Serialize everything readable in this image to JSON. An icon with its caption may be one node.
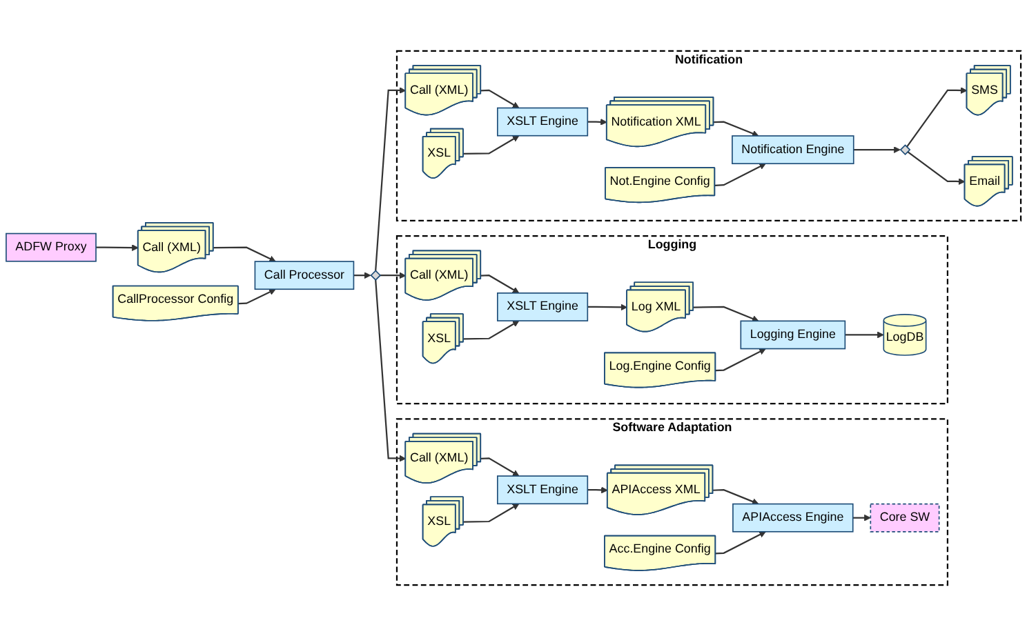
{
  "diagram": {
    "nodes": [
      {
        "text": [
          "ADFW Proxy"
        ]
      },
      {
        "text": [
          "Call (XML)"
        ]
      },
      {
        "text": [
          "Call Processor"
        ]
      },
      {
        "text": [
          "CallProcessor Config"
        ]
      },
      {
        "text": [],
        "shape": "diamond"
      },
      {
        "text": [
          "Software Adaptation"
        ]
      },
      {
        "text": [
          "XSL"
        ],
        "in": 5
      },
      {
        "text": [
          "Acc.Engine Config"
        ],
        "in": 5
      },
      {
        "text": [
          "Call (XML)"
        ],
        "in": 5
      },
      {
        "text": [
          "XSLT Engine"
        ],
        "in": 5
      },
      {
        "text": [
          "APIAccess XML"
        ],
        "in": 5
      },
      {
        "text": [
          "APIAccess Engine"
        ],
        "in": 5
      },
      {
        "text": [
          "Core SW"
        ],
        "in": 5
      },
      {
        "text": [
          "Logging"
        ]
      },
      {
        "text": [
          "XSL"
        ],
        "in": 13
      },
      {
        "text": [
          "Log.Engine Config"
        ],
        "in": 13
      },
      {
        "text": [
          "Call (XML)"
        ],
        "in": 13
      },
      {
        "text": [
          "XSLT Engine"
        ],
        "in": 13
      },
      {
        "text": [
          "Log XML"
        ],
        "in": 13
      },
      {
        "text": [
          "Logging Engine"
        ],
        "in": 13
      },
      {
        "text": [
          "LogDB"
        ],
        "in": 13
      },
      {
        "text": [
          "Notification"
        ]
      },
      {
        "text": [
          "Call (XML)"
        ],
        "in": 21
      },
      {
        "text": [
          "XSLT Engine"
        ],
        "in": 21
      },
      {
        "text": [
          "Notification XML"
        ],
        "in": 21
      },
      {
        "text": [
          "Notification Engine"
        ],
        "in": 21
      },
      {
        "text": [],
        "shape": "diamond",
        "in": 21
      },
      {
        "text": [
          "SMS"
        ],
        "in": 21
      },
      {
        "text": [
          "Email"
        ],
        "in": 21
      },
      {
        "text": [
          "XSL"
        ],
        "in": 21
      },
      {
        "text": [
          "Not.Engine Config"
        ],
        "in": 21
      }
    ],
    "edges": [
      {
        "from": 0,
        "to": 1,
        "arrow": "to"
      },
      {
        "from": 1,
        "to": 2,
        "arrow": "to"
      },
      {
        "from": 3,
        "to": 2,
        "arrow": "to"
      },
      {
        "from": 2,
        "to": 4,
        "arrow": "to"
      },
      {
        "from": 4,
        "to": 8,
        "arrow": "to"
      },
      {
        "from": 4,
        "to": 16,
        "arrow": "to"
      },
      {
        "from": 4,
        "to": 22,
        "arrow": "to"
      },
      {
        "from": 8,
        "to": 9,
        "arrow": "to"
      },
      {
        "from": 6,
        "to": 9,
        "arrow": "to"
      },
      {
        "from": 9,
        "to": 10,
        "arrow": "to"
      },
      {
        "from": 10,
        "to": 11,
        "arrow": "to"
      },
      {
        "from": 7,
        "to": 11,
        "arrow": "to"
      },
      {
        "from": 11,
        "to": 12,
        "arrow": "to"
      },
      {
        "from": 16,
        "to": 17,
        "arrow": "to"
      },
      {
        "from": 14,
        "to": 17,
        "arrow": "to"
      },
      {
        "from": 17,
        "to": 18,
        "arrow": "to"
      },
      {
        "from": 18,
        "to": 19,
        "arrow": "to"
      },
      {
        "from": 15,
        "to": 19,
        "arrow": "to"
      },
      {
        "from": 19,
        "to": 20,
        "arrow": "to"
      },
      {
        "from": 22,
        "to": 23,
        "arrow": "to"
      },
      {
        "from": 29,
        "to": 23,
        "arrow": "to"
      },
      {
        "from": 23,
        "to": 24,
        "arrow": "to"
      },
      {
        "from": 24,
        "to": 25,
        "arrow": "to"
      },
      {
        "from": 30,
        "to": 25,
        "arrow": "to"
      },
      {
        "from": 25,
        "to": 26,
        "arrow": "to"
      },
      {
        "from": 26,
        "to": 27,
        "arrow": "to"
      },
      {
        "from": 26,
        "to": 28,
        "arrow": "to"
      }
    ]
  }
}
